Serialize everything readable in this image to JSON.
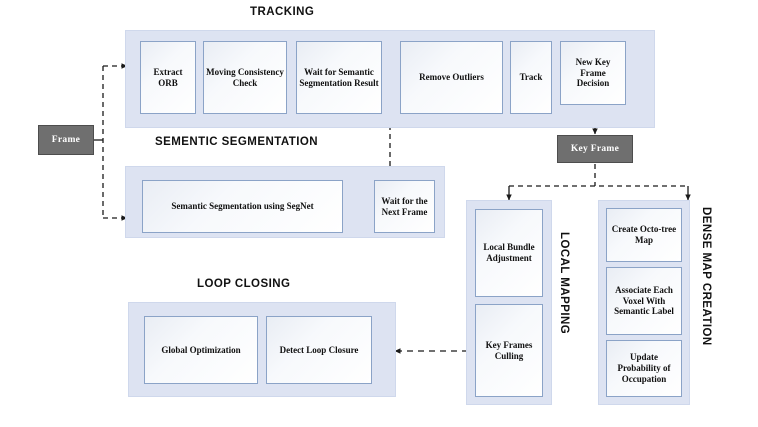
{
  "diagram": {
    "title": "Semantic SLAM pipeline block diagram",
    "colors": {
      "panel_fill": "#dde3f2",
      "panel_border": "#cfd8ec",
      "box_border": "#8ba3c7",
      "box_fill": "#ffffff",
      "node_fill": "#6f6f6f",
      "node_text": "#ffffff",
      "text": "#101010",
      "wire": "#1a1a1a"
    }
  },
  "sections": {
    "tracking": {
      "title": "TRACKING",
      "boxes": [
        {
          "label": "Extract ORB"
        },
        {
          "label": "Moving Consistency Check"
        },
        {
          "label": "Wait for Semantic Segmentation Result"
        },
        {
          "label": "Remove Outliers"
        },
        {
          "label": "Track"
        },
        {
          "label": "New Key Frame Decision"
        }
      ]
    },
    "semantic_segmentation": {
      "title": "SEMENTIC SEGMENTATION",
      "boxes": [
        {
          "label": "Semantic Segmentation using SegNet"
        },
        {
          "label": "Wait for the Next Frame"
        }
      ]
    },
    "loop_closing": {
      "title": "LOOP CLOSING",
      "boxes": [
        {
          "label": "Global Optimization"
        },
        {
          "label": "Detect Loop Closure"
        }
      ]
    },
    "local_mapping": {
      "title": "LOCAL MAPPING",
      "boxes": [
        {
          "label": "Local Bundle Adjustment"
        },
        {
          "label": "Key Frames Culling"
        }
      ]
    },
    "dense_map_creation": {
      "title": "DENSE MAP CREATION",
      "boxes": [
        {
          "label": "Create Octo-tree Map"
        },
        {
          "label": "Associate Each Voxel With Semantic Label"
        },
        {
          "label": "Update Probability of Occupation"
        }
      ]
    }
  },
  "nodes": {
    "frame": {
      "label": "Frame"
    },
    "key_frame": {
      "label": "Key Frame"
    }
  }
}
